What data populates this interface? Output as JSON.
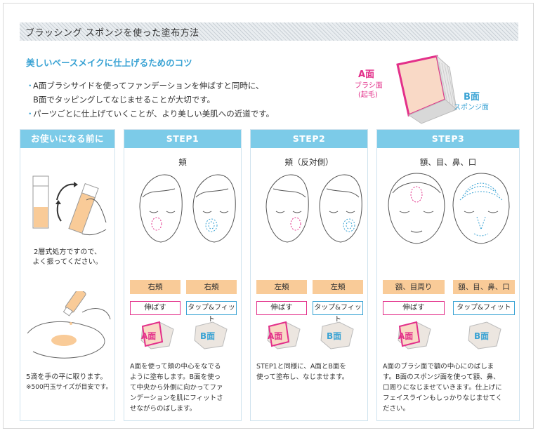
{
  "title": "ブラッシング スポンジを使った塗布方法",
  "intro": {
    "heading": "美しいベースメイクに仕上げるためのコツ",
    "bullets": [
      "A面ブラシサイドを使ってファンデーションを伸ばすと同時に、",
      "B面でタッピングしてなじませることが大切です。",
      "パーツごとに仕上げていくことが、より美しい美肌への近道です。"
    ]
  },
  "sponge_labels": {
    "a_face": "A面",
    "a_sub1": "ブラシ面",
    "a_sub2": "(起毛)",
    "b_face": "B面",
    "b_sub": "スポンジ面"
  },
  "before": {
    "header": "お使いになる前に",
    "shake_text1": "2層式処方ですので、",
    "shake_text2": "よく振ってください。",
    "drops_text": "5滴を手の平に取ります。",
    "drops_note": "※500円玉サイズが目安です。"
  },
  "steps": [
    {
      "header": "STEP1",
      "area": "頬",
      "tag_left": "右頬",
      "tag_right": "右頬",
      "action_left": "伸ばす",
      "action_right": "タップ&フィット",
      "icon_left": "A面",
      "icon_right": "B面",
      "desc": [
        "A面を使って頬の中心をなでる",
        "ように塗布します。B面を使っ",
        "て中央から外側に向かってファ",
        "ンデーションを肌にフィットさ",
        "せながらのばします。"
      ]
    },
    {
      "header": "STEP2",
      "area": "頬（反対側）",
      "tag_left": "左頬",
      "tag_right": "左頬",
      "action_left": "伸ばす",
      "action_right": "タップ&フィット",
      "icon_left": "A面",
      "icon_right": "B面",
      "desc": [
        "STEP1と同様に、A面とB面を",
        "使って塗布し、なじませます。"
      ]
    },
    {
      "header": "STEP3",
      "area": "額、目、鼻、口",
      "tag_left": "額、目周り",
      "tag_right": "額、目、鼻、口",
      "action_left": "伸ばす",
      "action_right": "タップ&フィット",
      "icon_left": "A面",
      "icon_right": "B面",
      "desc": [
        "A面のブラシ面で額の中心にのばしま",
        "す。B面のスポンジ面を使って額、鼻、",
        "口周りになじませていきます。仕上げに",
        "フェイスラインもしっかりなじませてく",
        "ださい。"
      ]
    }
  ],
  "colors": {
    "header_blue": "#7ccbe8",
    "accent_blue": "#3aa3d4",
    "accent_pink": "#e3308a",
    "tag_orange": "#f9cb98"
  }
}
